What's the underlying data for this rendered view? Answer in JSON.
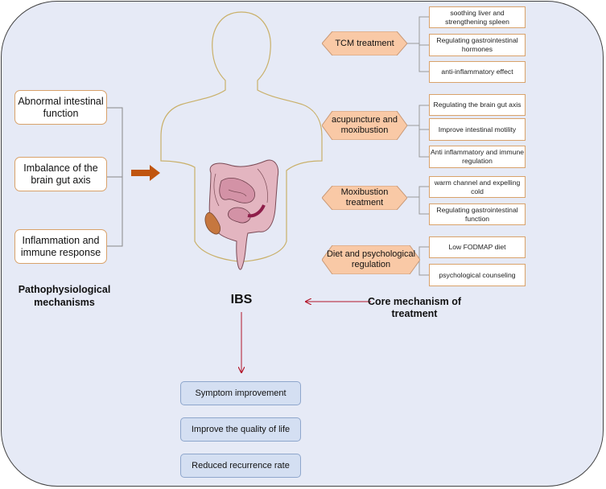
{
  "mechanisms": [
    "Abnormal intestinal function",
    "Imbalance of the brain gut axis",
    "Inflammation and immune response"
  ],
  "mechanisms_label": "Pathophysiological mechanisms",
  "center_label": "IBS",
  "treatment_label": "Core mechanism of treatment",
  "treatments": [
    {
      "name": "TCM treatment",
      "effects": [
        "soothing liver and strengthening spleen",
        "Regulating gastrointestinal hormones",
        "anti-inflammatory effect"
      ]
    },
    {
      "name": "acupuncture and moxibustion",
      "effects": [
        "Regulating the brain gut axis",
        "Improve intestinal motility",
        "Anti inflammatory and immune regulation"
      ]
    },
    {
      "name": "Moxibustion treatment",
      "effects": [
        "warm channel and expelling cold",
        "Regulating gastrointestinal function"
      ]
    },
    {
      "name": "Diet and psychological regulation",
      "effects": [
        "Low FODMAP diet",
        "psychological counseling"
      ]
    }
  ],
  "outcomes": [
    "Symptom improvement",
    "Improve the quality of life",
    "Reduced recurrence rate"
  ],
  "colors": {
    "background": "#e6eaf6",
    "box_border": "#d9a26a",
    "hexagon_fill": "#f9c9a6",
    "arrow_orange": "#c0550f",
    "arrow_red": "#b3172b",
    "outcome_fill": "#d4dff2"
  },
  "icons": [
    "human-silhouette-icon",
    "intestine-icon"
  ]
}
